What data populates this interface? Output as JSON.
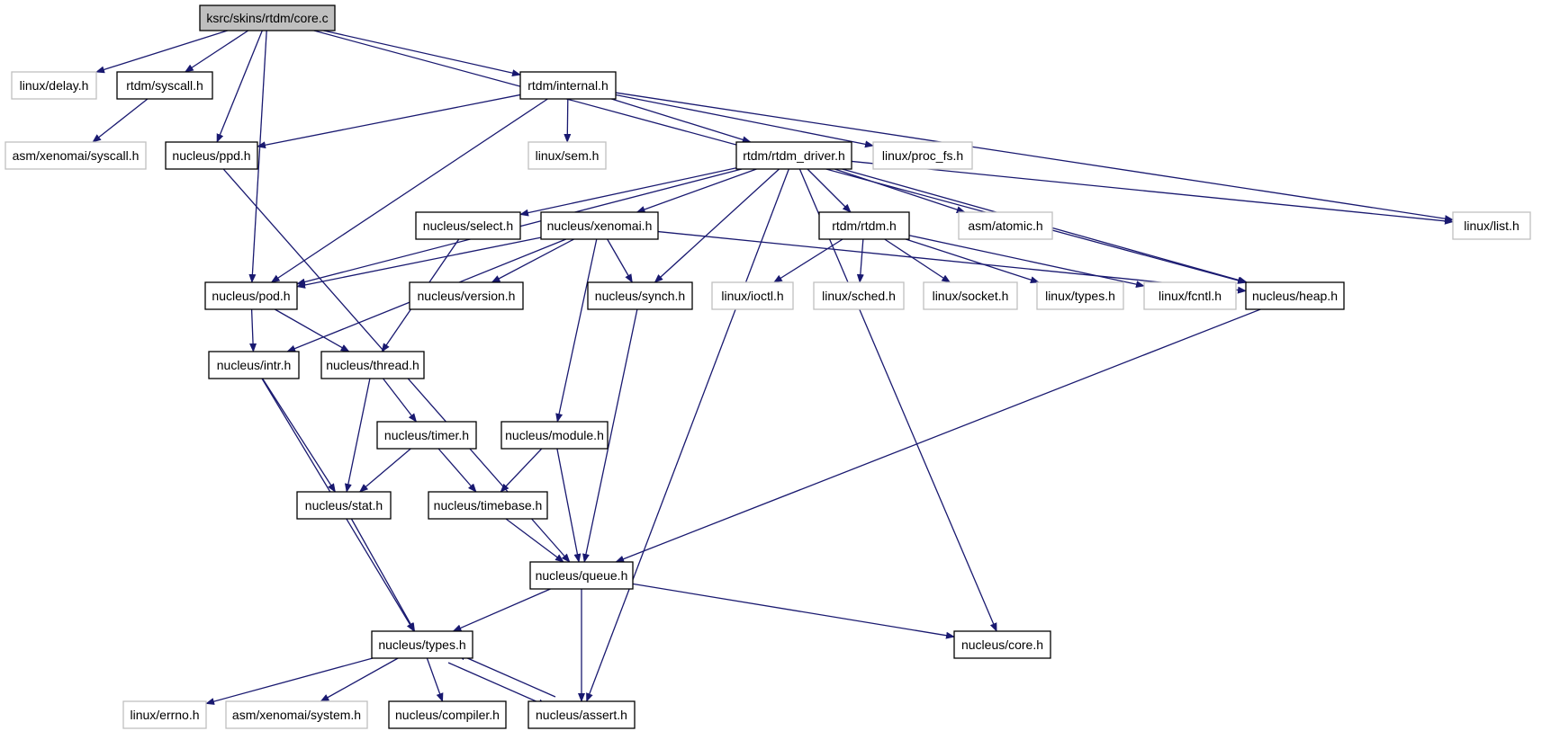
{
  "colors": {
    "edge": "#191970",
    "local_border": "#000000",
    "external_border": "#bfbfbf",
    "root_fill": "#bfbfbf"
  },
  "nodes": [
    {
      "id": "core_c",
      "label": "ksrc/skins/rtdm/core.c",
      "kind": "root"
    },
    {
      "id": "delay",
      "label": "linux/delay.h",
      "kind": "external"
    },
    {
      "id": "rtdm_syscall",
      "label": "rtdm/syscall.h",
      "kind": "local"
    },
    {
      "id": "rtdm_internal",
      "label": "rtdm/internal.h",
      "kind": "local"
    },
    {
      "id": "asm_syscall",
      "label": "asm/xenomai/syscall.h",
      "kind": "external"
    },
    {
      "id": "ppd",
      "label": "nucleus/ppd.h",
      "kind": "local"
    },
    {
      "id": "sem",
      "label": "linux/sem.h",
      "kind": "external"
    },
    {
      "id": "rtdm_driver",
      "label": "rtdm/rtdm_driver.h",
      "kind": "local"
    },
    {
      "id": "proc_fs",
      "label": "linux/proc_fs.h",
      "kind": "external"
    },
    {
      "id": "select",
      "label": "nucleus/select.h",
      "kind": "local"
    },
    {
      "id": "xenomai",
      "label": "nucleus/xenomai.h",
      "kind": "local"
    },
    {
      "id": "rtdm_h",
      "label": "rtdm/rtdm.h",
      "kind": "local"
    },
    {
      "id": "atomic",
      "label": "asm/atomic.h",
      "kind": "external"
    },
    {
      "id": "list",
      "label": "linux/list.h",
      "kind": "external"
    },
    {
      "id": "pod",
      "label": "nucleus/pod.h",
      "kind": "local"
    },
    {
      "id": "version",
      "label": "nucleus/version.h",
      "kind": "local"
    },
    {
      "id": "synch",
      "label": "nucleus/synch.h",
      "kind": "local"
    },
    {
      "id": "ioctl",
      "label": "linux/ioctl.h",
      "kind": "external"
    },
    {
      "id": "sched",
      "label": "linux/sched.h",
      "kind": "external"
    },
    {
      "id": "socket",
      "label": "linux/socket.h",
      "kind": "external"
    },
    {
      "id": "ltypes",
      "label": "linux/types.h",
      "kind": "external"
    },
    {
      "id": "fcntl",
      "label": "linux/fcntl.h",
      "kind": "external"
    },
    {
      "id": "heap",
      "label": "nucleus/heap.h",
      "kind": "local"
    },
    {
      "id": "intr",
      "label": "nucleus/intr.h",
      "kind": "local"
    },
    {
      "id": "thread",
      "label": "nucleus/thread.h",
      "kind": "local"
    },
    {
      "id": "timer",
      "label": "nucleus/timer.h",
      "kind": "local"
    },
    {
      "id": "module",
      "label": "nucleus/module.h",
      "kind": "local"
    },
    {
      "id": "stat",
      "label": "nucleus/stat.h",
      "kind": "local"
    },
    {
      "id": "timebase",
      "label": "nucleus/timebase.h",
      "kind": "local"
    },
    {
      "id": "queue",
      "label": "nucleus/queue.h",
      "kind": "local"
    },
    {
      "id": "ntypes",
      "label": "nucleus/types.h",
      "kind": "local"
    },
    {
      "id": "ncore",
      "label": "nucleus/core.h",
      "kind": "local"
    },
    {
      "id": "errno",
      "label": "linux/errno.h",
      "kind": "external"
    },
    {
      "id": "system",
      "label": "asm/xenomai/system.h",
      "kind": "external"
    },
    {
      "id": "compiler",
      "label": "nucleus/compiler.h",
      "kind": "local"
    },
    {
      "id": "assert",
      "label": "nucleus/assert.h",
      "kind": "local"
    }
  ],
  "edges": [
    [
      "core_c",
      "delay"
    ],
    [
      "core_c",
      "rtdm_syscall"
    ],
    [
      "core_c",
      "rtdm_internal"
    ],
    [
      "core_c",
      "ppd"
    ],
    [
      "core_c",
      "pod"
    ],
    [
      "core_c",
      "heap"
    ],
    [
      "rtdm_syscall",
      "asm_syscall"
    ],
    [
      "rtdm_internal",
      "ppd"
    ],
    [
      "rtdm_internal",
      "sem"
    ],
    [
      "rtdm_internal",
      "rtdm_driver"
    ],
    [
      "rtdm_internal",
      "proc_fs"
    ],
    [
      "rtdm_internal",
      "list"
    ],
    [
      "rtdm_internal",
      "pod"
    ],
    [
      "ppd",
      "queue"
    ],
    [
      "rtdm_driver",
      "select"
    ],
    [
      "rtdm_driver",
      "xenomai"
    ],
    [
      "rtdm_driver",
      "rtdm_h"
    ],
    [
      "rtdm_driver",
      "atomic"
    ],
    [
      "rtdm_driver",
      "list"
    ],
    [
      "rtdm_driver",
      "pod"
    ],
    [
      "rtdm_driver",
      "synch"
    ],
    [
      "rtdm_driver",
      "heap"
    ],
    [
      "rtdm_driver",
      "ncore"
    ],
    [
      "rtdm_driver",
      "assert"
    ],
    [
      "select",
      "thread"
    ],
    [
      "xenomai",
      "pod"
    ],
    [
      "xenomai",
      "version"
    ],
    [
      "xenomai",
      "synch"
    ],
    [
      "xenomai",
      "heap"
    ],
    [
      "xenomai",
      "intr"
    ],
    [
      "xenomai",
      "module"
    ],
    [
      "rtdm_h",
      "ioctl"
    ],
    [
      "rtdm_h",
      "sched"
    ],
    [
      "rtdm_h",
      "socket"
    ],
    [
      "rtdm_h",
      "ltypes"
    ],
    [
      "rtdm_h",
      "fcntl"
    ],
    [
      "pod",
      "intr"
    ],
    [
      "pod",
      "thread"
    ],
    [
      "synch",
      "queue"
    ],
    [
      "heap",
      "queue"
    ],
    [
      "intr",
      "stat"
    ],
    [
      "intr",
      "ntypes"
    ],
    [
      "thread",
      "timer"
    ],
    [
      "thread",
      "stat"
    ],
    [
      "timer",
      "stat"
    ],
    [
      "timer",
      "timebase"
    ],
    [
      "module",
      "timebase"
    ],
    [
      "module",
      "queue"
    ],
    [
      "stat",
      "ntypes"
    ],
    [
      "timebase",
      "queue"
    ],
    [
      "queue",
      "ntypes"
    ],
    [
      "queue",
      "ncore"
    ],
    [
      "queue",
      "assert"
    ],
    [
      "ntypes",
      "errno"
    ],
    [
      "ntypes",
      "system"
    ],
    [
      "ntypes",
      "compiler"
    ],
    [
      "ntypes",
      "assert"
    ],
    [
      "assert",
      "ntypes"
    ]
  ]
}
